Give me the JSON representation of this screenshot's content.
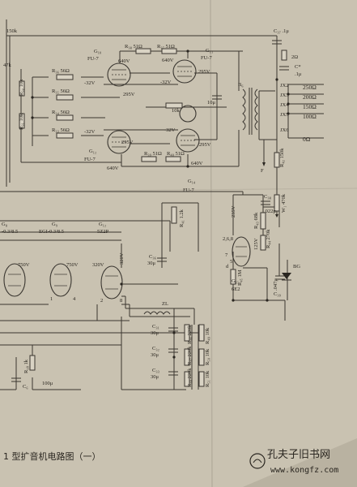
{
  "caption": "1 型扩音机电路图（一）",
  "watermark": {
    "brand": "孔夫子旧书网",
    "url": "www.kongfz.com"
  },
  "colors": {
    "paper": "#cdc6b6",
    "ink": "#2a2620",
    "fold_shadow": "#a9a293"
  },
  "tubes": {
    "g10": {
      "id": "G₁₀",
      "type": "FU-7",
      "plate_v": "640V",
      "screen_v": "295V",
      "grid_v": "-32V"
    },
    "g11": {
      "id": "G₁₁",
      "type": "FU-7",
      "plate_v": "640V",
      "screen_v": "295V",
      "grid_v": "-32V"
    },
    "g12": {
      "id": "G₁₂",
      "type": "FU-7",
      "plate_v": "640V",
      "screen_v": "295V",
      "grid_v": "-32V"
    },
    "g13": {
      "id": "G₁₃",
      "type": "FU-7",
      "plate_v": "640V",
      "screen_v": "295V",
      "grid_v": "-32V"
    },
    "g14": {
      "id": "G₁₄",
      "type": "FU-7"
    },
    "g8": {
      "id": "G₈",
      "type": "-0.3/8.5"
    },
    "g9": {
      "id": "G₉",
      "type": "EGI-0.3/8.5"
    },
    "g12r": {
      "id": "G₁₂",
      "type": "5Z2P"
    },
    "g15": {
      "id": "G₁₅",
      "type": "6E2"
    }
  },
  "resistors": {
    "r38": "R₃₈ 51Ω",
    "r37": "R₃₇ 51Ω",
    "r36": "R₃₆ 56Ω",
    "r35": "R₃₅ 56Ω",
    "r34": "R₃₄ 56Ω",
    "r33": "R₃₃ 56Ω",
    "r39": "R₃₉ 51Ω",
    "r40": "R₄₀ 51Ω",
    "r32": "R₃₂ 10k",
    "r31": "R₃₁ 10k",
    "r41": "R₄₁ 1.2k",
    "r42": "R₄₂ 150k",
    "r43": "R₄₃ 68k",
    "r44": "R₄₄ 270k",
    "r45": "R₄₅ 1M",
    "r46": "R₄₆ 220k",
    "r47": "R₄₇ 220k",
    "r48": "R₄₈ 220k",
    "r49": "R₄₉ 10k",
    "r50": "R₅₀ 10k",
    "r51": "R₅₁ 10k",
    "r28": "R₂₈ 1k",
    "top_left": "150k",
    "left_47k": "47k",
    "r10k_mid": "10k"
  },
  "capacitors": {
    "c37": "C₃₇ .1μ",
    "cstar": "C*",
    "cstar_val": ".1μ",
    "c_10mu": "10μ",
    "c38": "C₃₈",
    "c38_val": ".022μ",
    "c36": "C₃₆",
    "c36_val": "30μ",
    "c39": "C₃₉",
    "c39_val": ".047μ",
    "c31": "C₃₁",
    "c31_val": "30μ",
    "c32": "C₃₂",
    "c32_val": "30μ",
    "c33": "C₃₃",
    "c33_val": "30μ",
    "c6": "C₆",
    "c6_val": "100μ"
  },
  "transformer": {
    "b6": "B₆",
    "taps": [
      {
        "jack": "JX2",
        "ohm": "250Ω"
      },
      {
        "jack": "JX3",
        "ohm": "200Ω"
      },
      {
        "jack": "JX4",
        "ohm": "150Ω"
      },
      {
        "jack": "JX5",
        "ohm": "100Ω"
      },
      {
        "jack": "JX6",
        "ohm": "0Ω"
      }
    ],
    "f_label": "F",
    "w_label": "W₁ 470k"
  },
  "misc": {
    "v235": "235V",
    "v125": "125V",
    "v750a": "750V",
    "v750b": "750V",
    "v320a": "320V",
    "v320b": "320V",
    "zl": "ZL",
    "bg": "BG",
    "r_label": "R",
    "res_small": "2Ω",
    "tube_pins": "2,6,8",
    "pin7": "7",
    "pin5": "5",
    "pin4": "4",
    "pin1": "1",
    "pin3": "3",
    "pin2": "2",
    "pin8": "8",
    "d_label": "d"
  }
}
